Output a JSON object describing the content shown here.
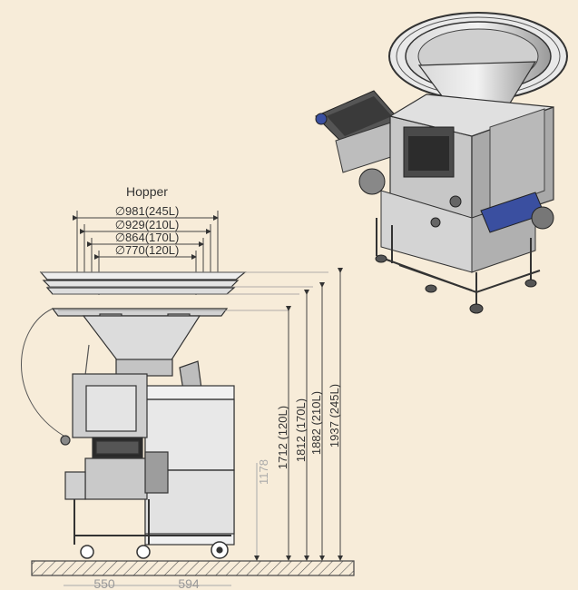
{
  "hopper": {
    "title": "Hopper",
    "dims": [
      "∅981(245L)",
      "∅929(210L)",
      "∅864(170L)",
      "∅770(120L)"
    ]
  },
  "heights": {
    "h1": "1712 (120L)",
    "h2": "1812 (170L)",
    "h3": "1882 (210L)",
    "h4": "1937 (245L)",
    "h5": "1178"
  },
  "base_dims": {
    "left": "550",
    "right": "594"
  }
}
